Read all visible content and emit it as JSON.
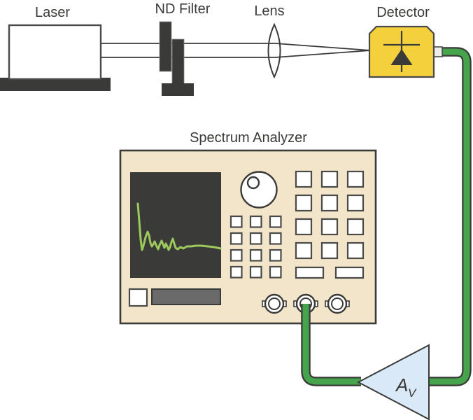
{
  "labels": {
    "laser": "Laser",
    "nd_filter": "ND Filter",
    "lens": "Lens",
    "detector": "Detector",
    "spectrum_analyzer": "Spectrum Analyzer",
    "amplifier_gain": "A",
    "amplifier_gain_subscript": "V"
  },
  "colors": {
    "outline_dark": "#3A3A38",
    "detector_yellow": "#F4D03C",
    "cable_green": "#46A44C",
    "trace_green": "#9CC85C",
    "panel_beige": "#F2E5C9",
    "screen_dark": "#3A3A38",
    "amplifier_blue": "#D9E9F8",
    "display_gray": "#6A6A6A"
  },
  "analyzer": {
    "screen": {
      "trace_points": "197,291 199,316 201,342 203,357 205,351 208,339 211,331 213,336 215,347 217,352 219,349 221,345 224,352 226,356 228,350 231,344 233,349 235,354 237,348 239,352 241,357 243,353 245,346 247,341 249,348 251,354 254,356 258,353 262,355 267,352 273,352 280,351 288,351 297,352 306,353 315,355"
    }
  }
}
